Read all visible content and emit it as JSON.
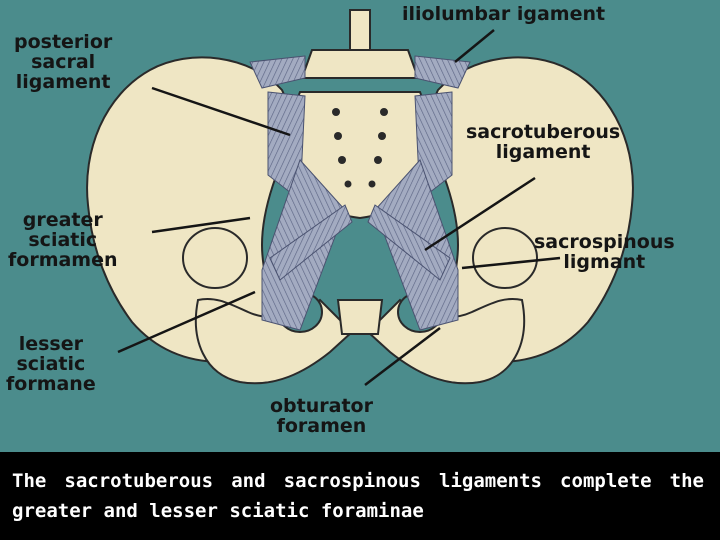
{
  "labels": {
    "iliolumbar": "iliolumbar igament",
    "posterior_sacral": "posterior\nsacral\nligament",
    "sacrotuberous": "sacrotuberous\nligament",
    "greater_sciatic": "greater\nsciatic\nformamen",
    "sacrospinous": "sacrospinous\nligmant",
    "lesser_sciatic": "lesser\nsciatic\nformane",
    "obturator": "obturator\nforamen"
  },
  "caption": "The sacrotuberous and sacrospinous ligaments complete the greater and lesser sciatic foraminae",
  "colors": {
    "background": "#4b8c8c",
    "bone": "#efe6c4",
    "ligament": "#9ca5bd",
    "caption_bg": "#000000",
    "caption_text": "#ffffff"
  }
}
